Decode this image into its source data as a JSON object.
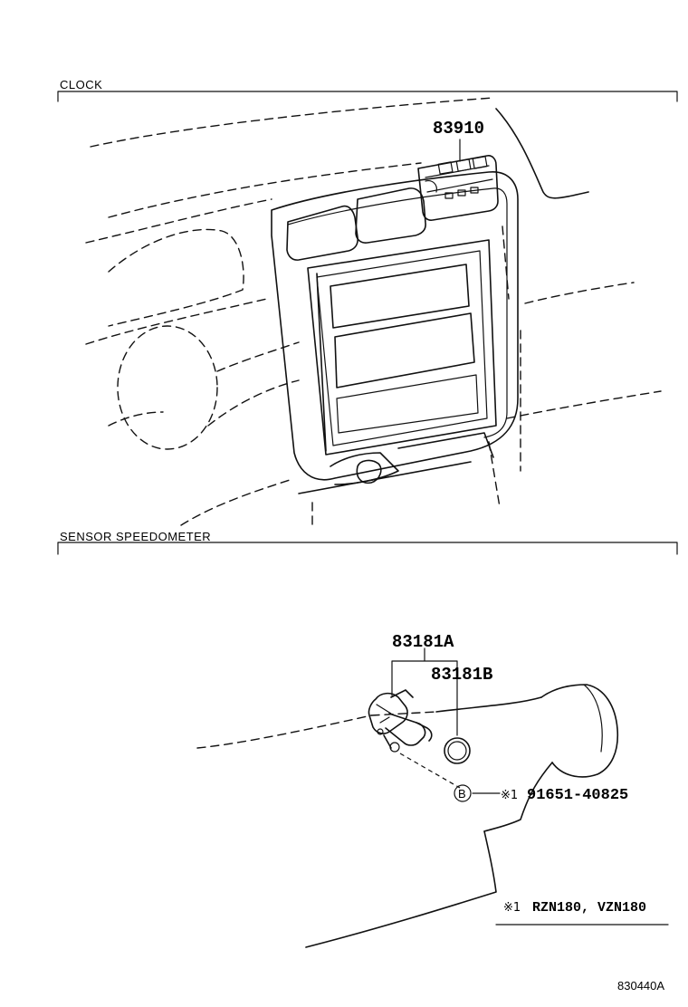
{
  "sections": {
    "clock": {
      "title": "CLOCK"
    },
    "sensor": {
      "title": "SENSOR SPEEDOMETER"
    }
  },
  "parts": {
    "clock": "83910",
    "sensor": "83181A",
    "o_ring": "83181B",
    "bolt": "91651-40825"
  },
  "bolt_marker": {
    "letter": "B",
    "note_mark": "※1"
  },
  "footnote": {
    "mark": "※1",
    "text": "RZN180, VZN180"
  },
  "drawing_code": "830440A"
}
